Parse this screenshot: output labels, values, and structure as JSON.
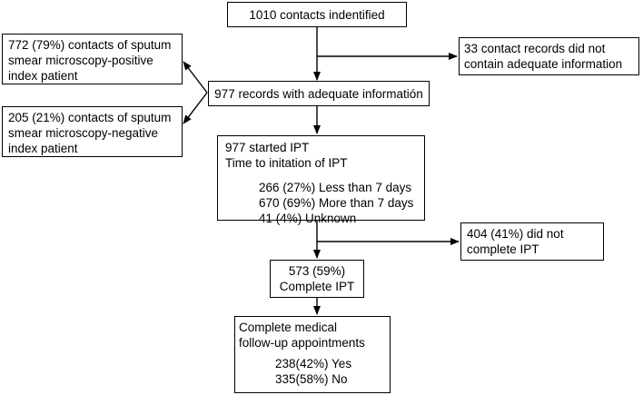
{
  "flowchart": {
    "identified": "1010 contacts indentified",
    "excluded": [
      "33 contact records did not",
      "contain adequate information"
    ],
    "adequate": "977 records with adequate informatión",
    "positive": [
      "772 (79%) contacts of sputum",
      "smear microscopy-positive",
      "index patient"
    ],
    "negative": [
      "205 (21%) contacts of sputum",
      "smear microscopy-negative",
      "index patient"
    ],
    "started": {
      "title": "977 started IPT",
      "subtitle": "Time to initation of IPT",
      "items": [
        "266 (27%) Less than 7 days",
        "670 (69%) More than 7 days",
        "41 (4%) Unknown"
      ]
    },
    "not_complete": [
      "404 (41%) did not",
      "complete IPT"
    ],
    "complete": [
      "573 (59%)",
      "Complete IPT"
    ],
    "followup": {
      "title": [
        "Complete medical",
        "follow-up appointments"
      ],
      "items": [
        "238(42%) Yes",
        "335(58%) No"
      ]
    }
  }
}
